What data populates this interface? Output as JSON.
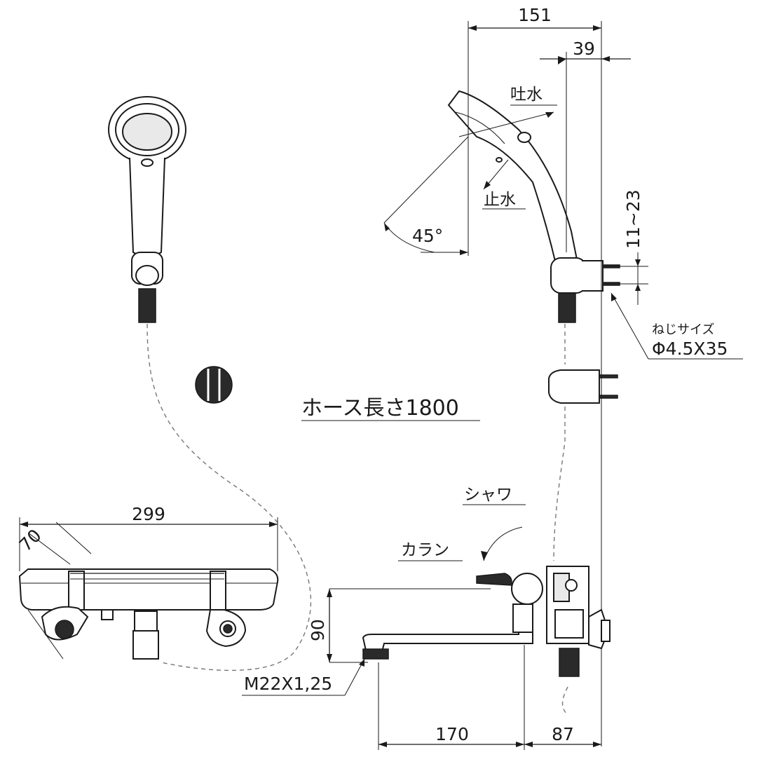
{
  "dimensions": {
    "d151": "151",
    "d39": "39",
    "d11_23": "11~23",
    "d299": "299",
    "d70": "70",
    "d90": "90",
    "d170": "170",
    "d87": "87",
    "angle45": "45°"
  },
  "labels": {
    "spout_water": "吐水",
    "stop_water": "止水",
    "screw_size_title": "ねじサイズ",
    "screw_size_value": "Φ4.5X35",
    "hose_length": "ホース長さ1800",
    "shower": "シャワ",
    "karan": "カラン",
    "thread": "M22X1,25"
  }
}
